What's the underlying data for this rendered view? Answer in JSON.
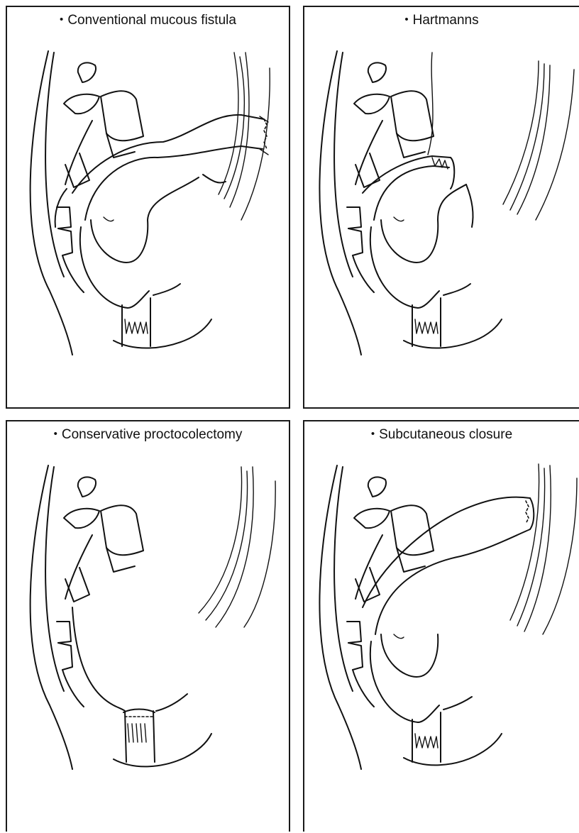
{
  "figure": {
    "panels": [
      {
        "title": "Conventional mucous fistula"
      },
      {
        "title": "Hartmanns"
      },
      {
        "title": "Conservative proctocolectomy"
      },
      {
        "title": "Subcutaneous closure"
      }
    ],
    "bullet": "•"
  }
}
